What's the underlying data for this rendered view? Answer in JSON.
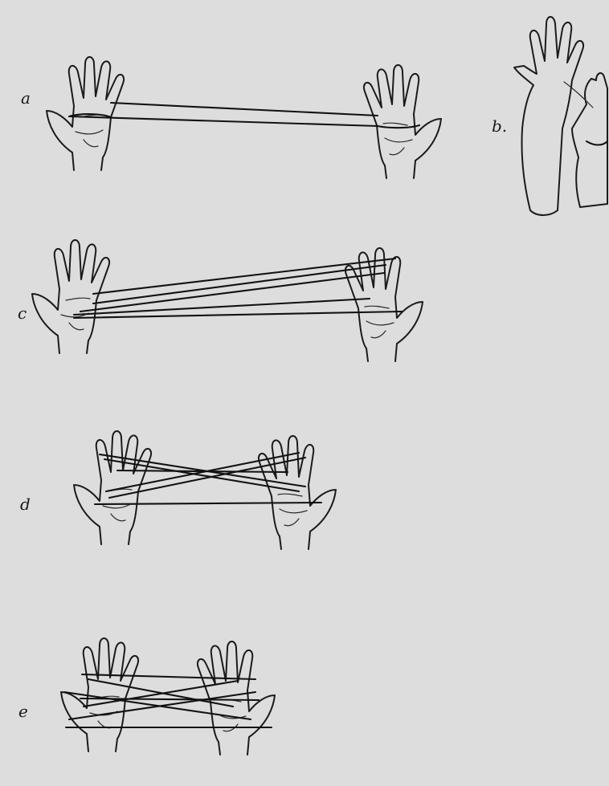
{
  "figure": {
    "background_color": "#dcdddc",
    "ink_color": "#1b1b1b",
    "panels": [
      {
        "id": "a",
        "label": "a"
      },
      {
        "id": "b",
        "label": "b."
      },
      {
        "id": "c",
        "label": "c"
      },
      {
        "id": "d",
        "label": "d"
      },
      {
        "id": "e",
        "label": "e"
      }
    ]
  }
}
